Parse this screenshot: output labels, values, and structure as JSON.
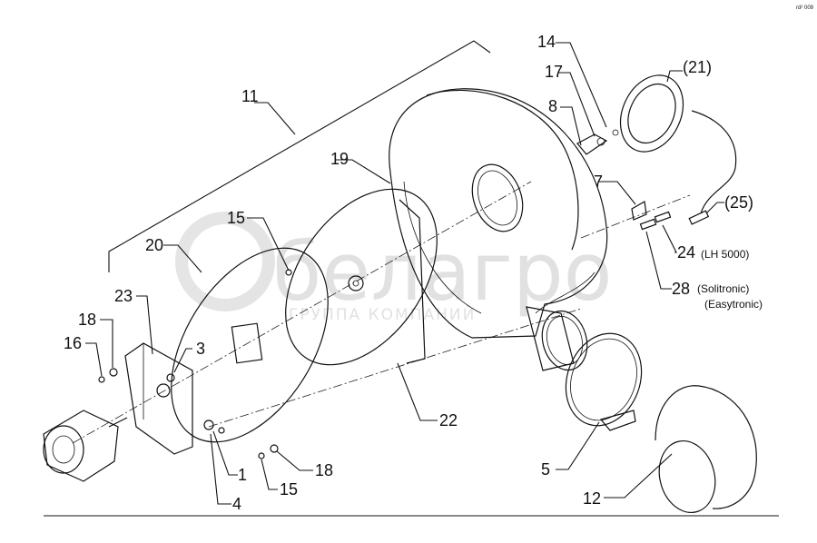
{
  "corner_note": "rd² 009",
  "watermark": {
    "brand": "белагро",
    "tagline": "ГРУППА КОМПАНИЙ"
  },
  "callouts": [
    {
      "id": "c11",
      "text": "11"
    },
    {
      "id": "c14",
      "text": "14"
    },
    {
      "id": "c17",
      "text": "17"
    },
    {
      "id": "c21",
      "text": "(21)"
    },
    {
      "id": "c8",
      "text": "8"
    },
    {
      "id": "c19",
      "text": "19"
    },
    {
      "id": "c7",
      "text": "7"
    },
    {
      "id": "c25",
      "text": "(25)"
    },
    {
      "id": "c15a",
      "text": "15"
    },
    {
      "id": "c20",
      "text": "20"
    },
    {
      "id": "c24",
      "text": "24"
    },
    {
      "id": "c24note",
      "text": "(LH 5000)"
    },
    {
      "id": "c23",
      "text": "23"
    },
    {
      "id": "c28",
      "text": "28"
    },
    {
      "id": "c28note1",
      "text": "(Solitronic)"
    },
    {
      "id": "c28note2",
      "text": "(Easytronic)"
    },
    {
      "id": "c18a",
      "text": "18"
    },
    {
      "id": "c16",
      "text": "16"
    },
    {
      "id": "c3",
      "text": "3"
    },
    {
      "id": "c22",
      "text": "22"
    },
    {
      "id": "c5",
      "text": "5"
    },
    {
      "id": "c1",
      "text": "1"
    },
    {
      "id": "c18b",
      "text": "18"
    },
    {
      "id": "c15b",
      "text": "15"
    },
    {
      "id": "c4",
      "text": "4"
    },
    {
      "id": "c12",
      "text": "12"
    }
  ]
}
